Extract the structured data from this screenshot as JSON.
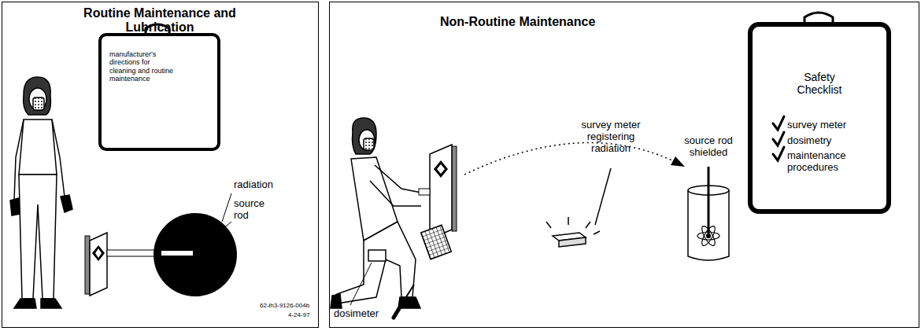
{
  "diagram": {
    "nodes": [
      {
        "text": [
          "Routine Maintenance and Lubrication"
        ]
      },
      {
        "text": [
          "manufacturer's directions for cleaning and routine maintenance"
        ],
        "in": 0
      },
      {
        "text": [
          "Non-Routine Maintenance"
        ]
      },
      {
        "text": [
          "Safety Checklist",
          "survey meter",
          "dosimetry",
          "maintenance procedures"
        ],
        "in": 2
      }
    ],
    "labels": [
      "radiation",
      "source rod",
      "62-lh3-9126-004b",
      "4-24-97",
      "survey meter registering radiation",
      "source rod shielded",
      "dosimeter"
    ]
  }
}
